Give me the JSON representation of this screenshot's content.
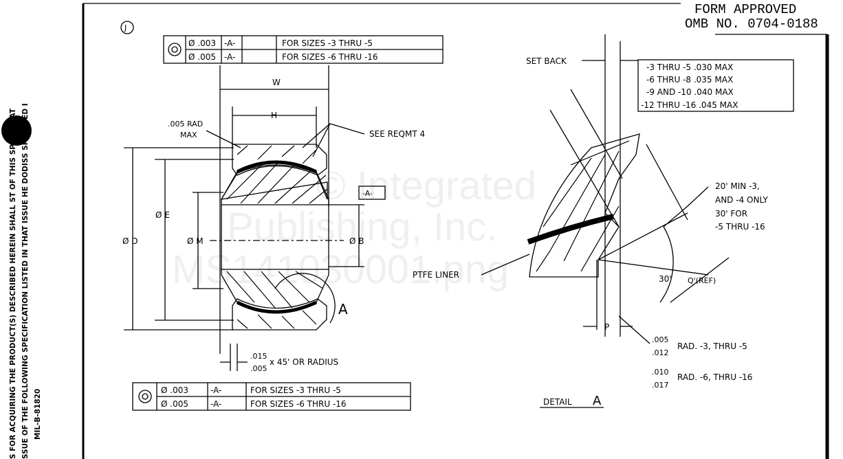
{
  "header": {
    "form_line1": "FORM  APPROVED",
    "form_line2": "OMB NO. 0704-0188"
  },
  "side_note": {
    "line1": "S FOR ACQUIRING THE PRODUCT(S) DESCRIBED HEREIN SHALL      ST OF THIS SPECIFICAT",
    "line2": "SSUE OF THE FOLLOWING SPECIFICATION LISTED IN THAT ISSUE      HE DODISS SPECIFIED I",
    "line3": "MIL-B-81820"
  },
  "sheet_marker": "J",
  "top_control_frame": {
    "rows": [
      {
        "tol": "Ø .003",
        "datum": "-A-",
        "sizes": "FOR SIZES -3 THRU -5"
      },
      {
        "tol": "Ø .005",
        "datum": "-A-",
        "sizes": "FOR SIZES -6 THRU -16"
      }
    ]
  },
  "bottom_control_frame": {
    "rows": [
      {
        "tol": "Ø .003",
        "datum": "-A-",
        "sizes": "FOR SIZES -3 THRU -5"
      },
      {
        "tol": "Ø .005",
        "datum": "-A-",
        "sizes": "FOR SIZES -6 THRU -16"
      }
    ]
  },
  "main_view": {
    "w": "W",
    "h": "H",
    "rad_line1": ".005 RAD",
    "rad_line2": "MAX",
    "see_reqmt": "SEE REQMT 4",
    "dia_e": "Ø E",
    "dia_d": "Ø D",
    "dia_m": "Ø M",
    "dia_b": "Ø B",
    "datum": "-A-",
    "detail_callout": "A",
    "chamfer_upper": ".015",
    "chamfer_lower": ".005",
    "chamfer_text": "x 45' OR RADIUS"
  },
  "detail_view": {
    "set_back": "SET BACK",
    "setback_table": [
      "-3 THRU -5 .030 MAX",
      "-6 THRU -8 .035 MAX",
      "-9 AND -10 .040 MAX",
      "-12 THRU -16 .045 MAX"
    ],
    "angle_note": [
      "20' MIN -3,",
      "AND -4 ONLY",
      "30' FOR",
      "-5 THRU -16"
    ],
    "ptfe_liner": "PTFE LINER",
    "angle_30": "30'",
    "q_ref": "Q'(REF)",
    "p": "P",
    "rad1_upper": ".005",
    "rad1_lower": ".012",
    "rad1_text": "RAD. -3, THRU -5",
    "rad2_upper": ".010",
    "rad2_lower": ".017",
    "rad2_text": "RAD. -6, THRU -16",
    "title": "DETAIL",
    "title_letter": "A"
  },
  "watermark": [
    "© Integrated",
    "Publishing, Inc.",
    "MS141030001.png"
  ]
}
